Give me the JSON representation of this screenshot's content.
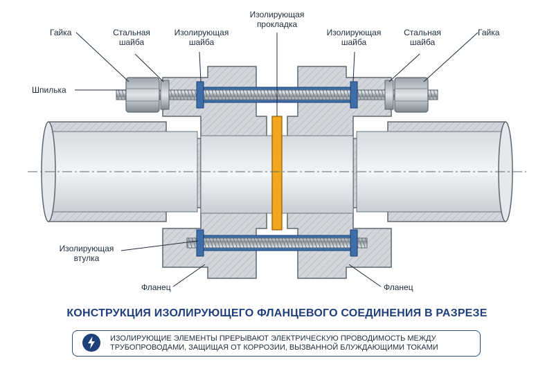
{
  "labels": {
    "nut_left": "Гайка",
    "washer_steel_left": "Стальная\nшайба",
    "washer_insul_left": "Изолирующая\nшайба",
    "gasket": "Изолирующая\nпрокладка",
    "washer_insul_right": "Изолирующая\nшайба",
    "washer_steel_right": "Стальная\nшайба",
    "nut_right": "Гайка",
    "stud": "Шпилька",
    "sleeve": "Изолирующая\nвтулка",
    "flange_left": "Фланец",
    "flange_right": "Фланец"
  },
  "title": "КОНСТРУКЦИЯ ИЗОЛИРУЮЩЕГО ФЛАНЦЕВОГО СОЕДИНЕНИЯ В РАЗРЕЗЕ",
  "note": {
    "icon": "lightning-icon",
    "text": "ИЗОЛИРУЮЩИЕ ЭЛЕМЕНТЫ ПРЕРЫВАЮТ ЭЛЕКТРИЧЕСКУЮ ПРОВОДИМОСТЬ МЕЖДУ ТРУБОПРОВОДАМИ, ЗАЩИЩАЯ ОТ КОРРОЗИИ, ВЫЗВАННОЙ БЛУЖДАЮЩИМИ ТОКАМИ"
  },
  "colors": {
    "steel": "#c8cdd3",
    "insulation": "#3d6ea8",
    "gasket": "#f2a81d",
    "title": "#1f3f7a"
  }
}
